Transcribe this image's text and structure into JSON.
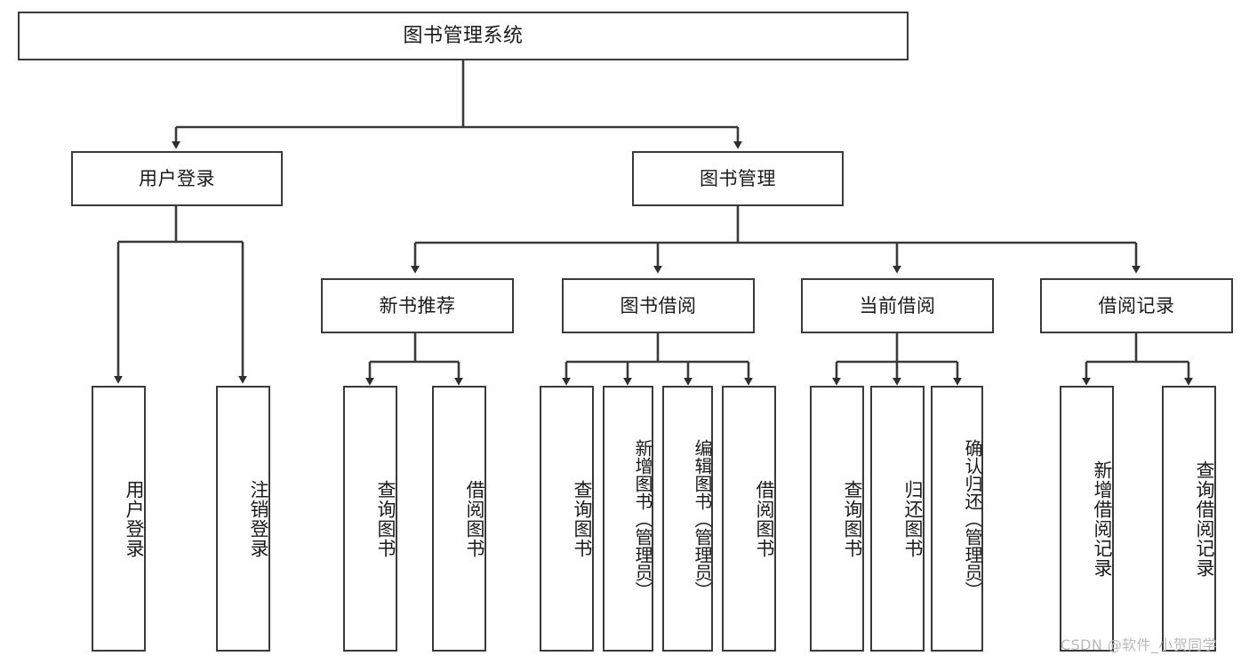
{
  "diagram": {
    "title": "图书管理系统",
    "type": "tree-hierarchy-diagram",
    "orientation": "top-down",
    "colors": {
      "background": "#ffffff",
      "box_border": "#3a3a3a",
      "box_fill": "#ffffff",
      "text": "#1b1b1b",
      "connector": "#3a3a3a",
      "watermark": "#b9b9b9"
    },
    "root": {
      "label": "图书管理系统"
    },
    "level1": [
      {
        "label": "用户登录"
      },
      {
        "label": "图书管理"
      }
    ],
    "level2": [
      {
        "label": "新书推荐",
        "parent": "图书管理"
      },
      {
        "label": "图书借阅",
        "parent": "图书管理"
      },
      {
        "label": "当前借阅",
        "parent": "图书管理"
      },
      {
        "label": "借阅记录",
        "parent": "图书管理"
      }
    ],
    "leaves": {
      "user_login": [
        {
          "label": "用户登录"
        },
        {
          "label": "注销登录"
        }
      ],
      "new_book_recommend": [
        {
          "label": "查询图书"
        },
        {
          "label": "借阅图书"
        }
      ],
      "book_borrow": [
        {
          "label": "查询图书"
        },
        {
          "label": "新增图书（管理员）"
        },
        {
          "label": "编辑图书（管理员）"
        },
        {
          "label": "借阅图书"
        }
      ],
      "current_borrow": [
        {
          "label": "查询图书"
        },
        {
          "label": "归还图书"
        },
        {
          "label": "确认归还（管理员）"
        }
      ],
      "borrow_record": [
        {
          "label": "新增借阅记录"
        },
        {
          "label": "查询借阅记录"
        }
      ]
    },
    "watermark": "CSDN @软件_小贺同学"
  }
}
